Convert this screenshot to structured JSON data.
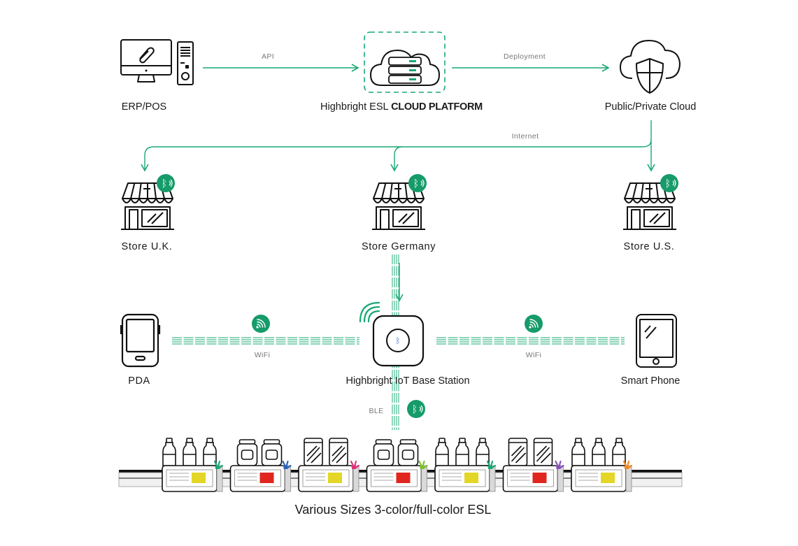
{
  "colors": {
    "accent": "#1aa974",
    "badge": "#169b6a",
    "line": "#1aa974",
    "ink": "#111111",
    "price_yellow": "#e3d626",
    "price_red": "#e0261e",
    "led_green": "#1aa974",
    "led_blue": "#2a63b8",
    "led_pink": "#e0327a",
    "led_lime": "#7fbf2a",
    "led_purple": "#8a4fb8",
    "led_orange": "#f08a24"
  },
  "nodes": {
    "erp": {
      "label": "ERP/POS",
      "icon": "desktop-computer-icon"
    },
    "cloud_platform": {
      "label_prefix": "Highbright ESL",
      "label_strong": "CLOUD PLATFORM",
      "icon": "cloud-server-icon"
    },
    "public_cloud": {
      "label": "Public/Private Cloud",
      "icon": "cloud-shield-icon"
    },
    "store_uk": {
      "label": "Store U.K.",
      "icon": "storefront-icon"
    },
    "store_de": {
      "label": "Store Germany",
      "icon": "storefront-icon"
    },
    "store_us": {
      "label": "Store U.S.",
      "icon": "storefront-icon"
    },
    "pda": {
      "label": "PDA",
      "icon": "pda-icon"
    },
    "base_station": {
      "label": "Highbright IoT Base Station",
      "icon": "base-station-icon"
    },
    "smart_phone": {
      "label": "Smart Phone",
      "icon": "smartphone-icon"
    }
  },
  "edges": {
    "api": "API",
    "deployment": "Deployment",
    "internet": "Internet",
    "wifi_left": "WiFi",
    "wifi_right": "WiFi",
    "ble": "BLE"
  },
  "shelf": {
    "title": "Various Sizes 3-color/full-color ESL",
    "tags": [
      {
        "products": "bottles",
        "price": "yellow",
        "led": "green"
      },
      {
        "products": "jars",
        "price": "red",
        "led": "blue"
      },
      {
        "products": "cans",
        "price": "yellow",
        "led": "pink"
      },
      {
        "products": "jars",
        "price": "red",
        "led": "lime"
      },
      {
        "products": "bottles",
        "price": "yellow",
        "led": "green"
      },
      {
        "products": "cans",
        "price": "red",
        "led": "purple"
      },
      {
        "products": "bottles",
        "price": "yellow",
        "led": "orange"
      }
    ]
  }
}
